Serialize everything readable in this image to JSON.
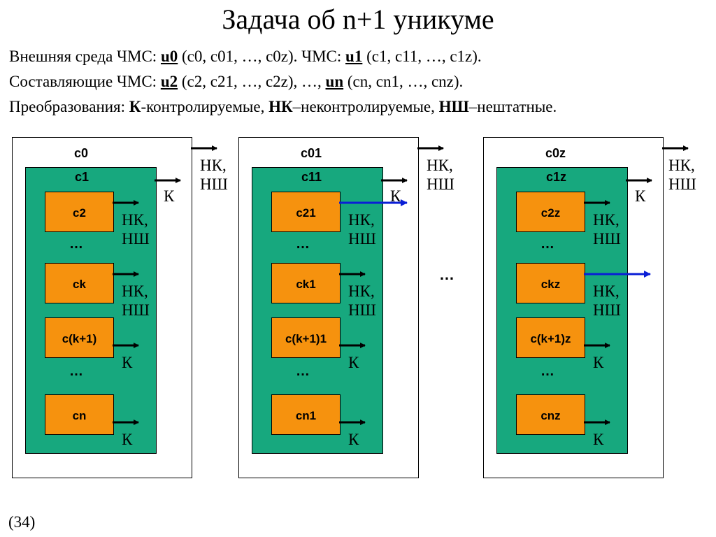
{
  "title": "Задача об n+1 уникуме",
  "lines": {
    "line1": {
      "a": "Внешняя среда ЧМС: ",
      "u0": "u0",
      "b": " (c0, c01, …, c0z). ЧМС: ",
      "u1": "u1",
      "c": " (c1, c11, …, c1z)."
    },
    "line2": {
      "a": "Составляющие ЧМС:  ",
      "u2": "u2",
      "b": " (c2, c21, …, c2z), …, ",
      "un": "un",
      "c": " (cn, cn1, …, cnz)."
    },
    "line3": {
      "a": "Преобразования: ",
      "k": "К",
      "b": "-контролируемые, ",
      "nk": "НК",
      "c": "–неконтролируемые, ",
      "nsh": "НШ",
      "d": "–нештатные."
    }
  },
  "columns": [
    {
      "outer": "c0",
      "inner": "c1",
      "blocks": [
        "c2",
        "ck",
        "c(k+1)",
        "cn"
      ],
      "dots": "…",
      "outer_arrow": [
        "НК,",
        "НШ"
      ],
      "inner_arrow": "К",
      "block_arrows": [
        [
          "НК,",
          "НШ"
        ],
        [
          "НК,",
          "НШ"
        ],
        [
          "К"
        ],
        [
          "К"
        ]
      ]
    },
    {
      "outer": "c01",
      "inner": "c11",
      "blocks": [
        "c21",
        "ck1",
        "c(k+1)1",
        "cn1"
      ],
      "dots": "…",
      "outer_arrow": [
        "НК,",
        "НШ"
      ],
      "inner_arrow": "К",
      "block_arrows": [
        [
          "НК,",
          "НШ"
        ],
        [
          "НК,",
          "НШ"
        ],
        [
          "К"
        ],
        [
          "К"
        ]
      ]
    },
    {
      "outer": "c0z",
      "inner": "c1z",
      "blocks": [
        "c2z",
        "ckz",
        "c(k+1)z",
        "cnz"
      ],
      "dots": "…",
      "outer_arrow": [
        "НК,",
        "НШ"
      ],
      "inner_arrow": "К",
      "block_arrows": [
        [
          "НК,",
          "НШ"
        ],
        [
          "НК,",
          "НШ"
        ],
        [
          "К"
        ],
        [
          "К"
        ]
      ]
    }
  ],
  "between_dots": "…",
  "slide_number": "(34)",
  "colors": {
    "outer_bg": "#ffffff",
    "inner_bg": "#17a87e",
    "block_bg": "#f6920e",
    "highlight_arrow": "#0a1ed6",
    "arrow": "#000000"
  }
}
